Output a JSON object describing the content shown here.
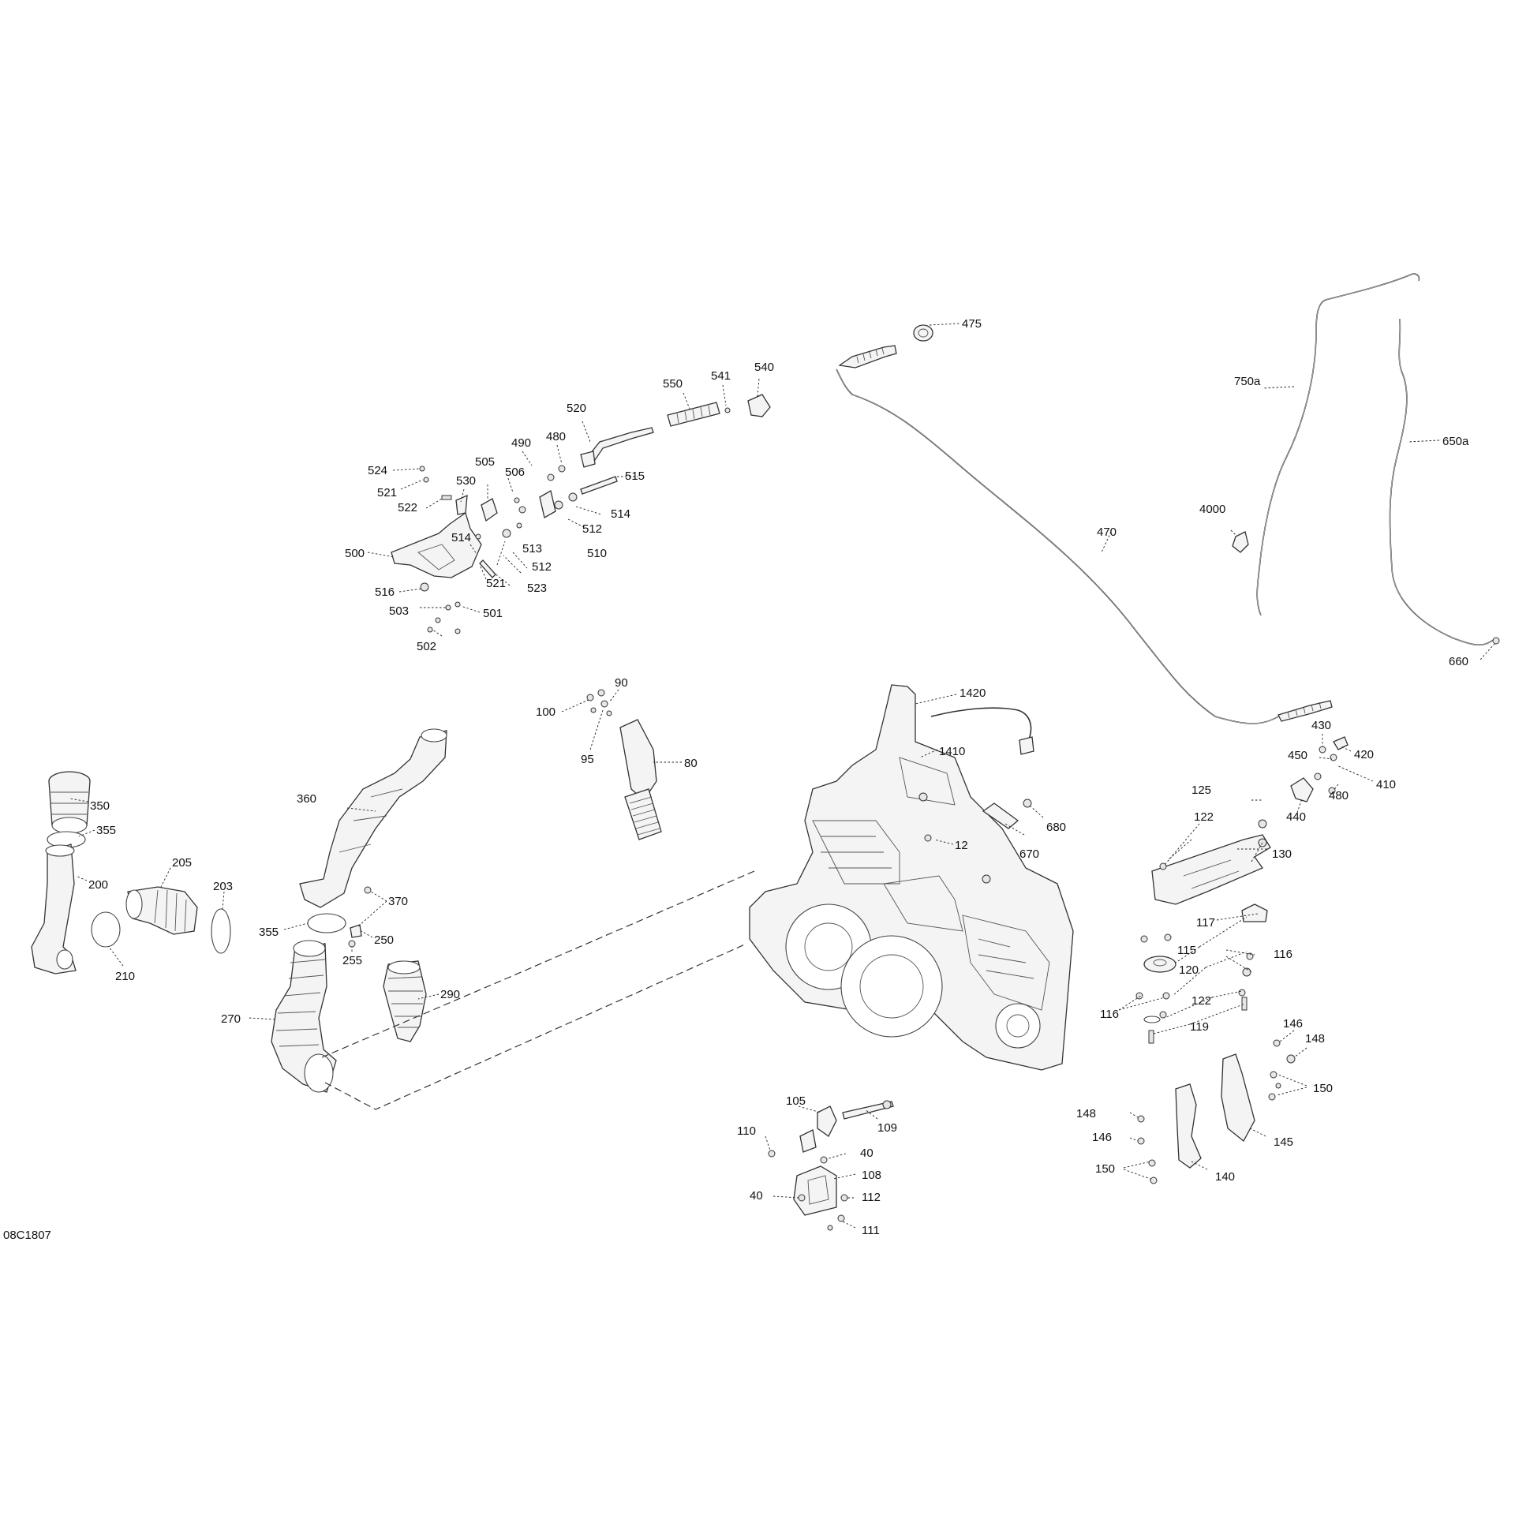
{
  "diagram": {
    "ref_code": "08C1807",
    "callouts": {
      "c475": "475",
      "c550": "550",
      "c541": "541",
      "c540": "540",
      "c520": "520",
      "c490": "490",
      "c480a": "480",
      "c515": "515",
      "c524": "524",
      "c521a": "521",
      "c530": "530",
      "c505": "505",
      "c506": "506",
      "c522": "522",
      "c514a": "514",
      "c512a": "512",
      "c513": "513",
      "c512b": "512",
      "c510": "510",
      "c514b": "514",
      "c500": "500",
      "c521b": "521",
      "c523": "523",
      "c516": "516",
      "c503": "503",
      "c501": "501",
      "c502": "502",
      "c750a": "750a",
      "c650a": "650a",
      "c4000": "4000",
      "c470": "470",
      "c660": "660",
      "c90": "90",
      "c100": "100",
      "c95": "95",
      "c80": "80",
      "c1420": "1420",
      "c1410": "1410",
      "c430": "430",
      "c420": "420",
      "c450": "450",
      "c410": "410",
      "c480b": "480",
      "c440": "440",
      "c350": "350",
      "c355a": "355",
      "c360": "360",
      "c680": "680",
      "c670": "670",
      "c12": "12",
      "c125": "125",
      "c122a": "122",
      "c130": "130",
      "c200": "200",
      "c205": "205",
      "c203": "203",
      "c370": "370",
      "c355b": "355",
      "c250": "250",
      "c255": "255",
      "c210": "210",
      "c290": "290",
      "c270": "270",
      "c117": "117",
      "c115": "115",
      "c116a": "116",
      "c120": "120",
      "c122b": "122",
      "c116b": "116",
      "c119": "119",
      "c146a": "146",
      "c148a": "148",
      "c150a": "150",
      "c105": "105",
      "c109": "109",
      "c110": "110",
      "c40a": "40",
      "c108": "108",
      "c40b": "40",
      "c112": "112",
      "c111": "111",
      "c148b": "148",
      "c146b": "146",
      "c145": "145",
      "c150b": "150",
      "c140": "140"
    }
  }
}
